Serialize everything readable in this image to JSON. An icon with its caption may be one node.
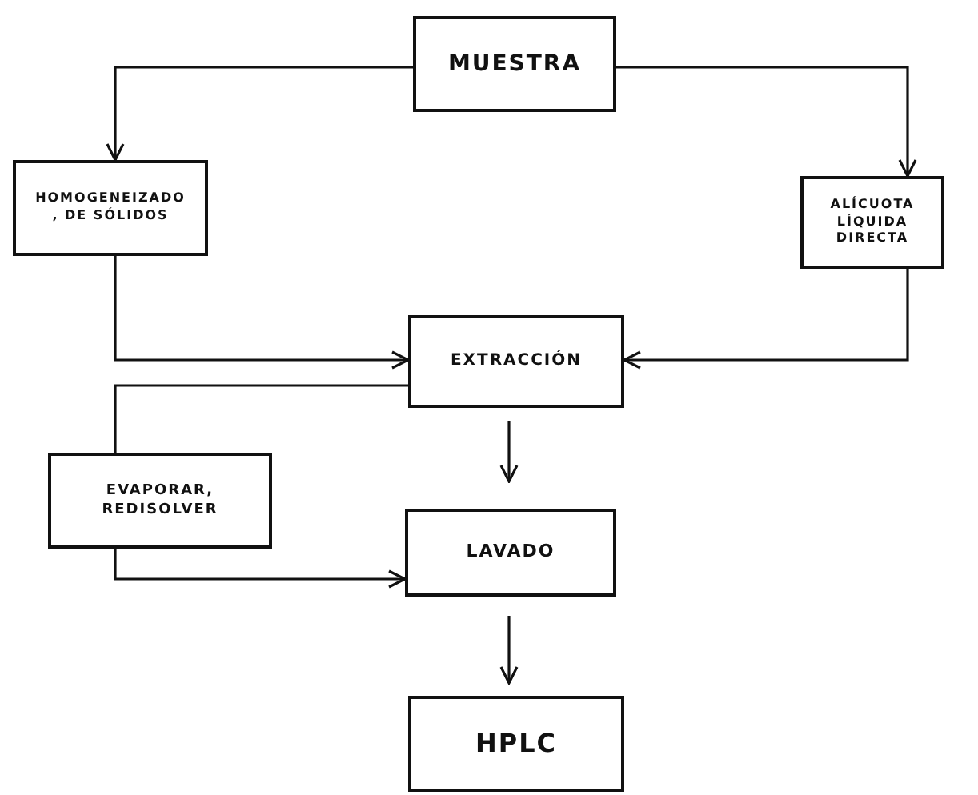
{
  "diagram": {
    "nodes": [
      {
        "text": [
          "MUESTRA"
        ]
      },
      {
        "text": [
          "HOMOGENEIZADO , DE SÓLIDOS"
        ]
      },
      {
        "text": [
          "ALÍCUOTA LÍQUIDA DIRECTA"
        ]
      },
      {
        "text": [
          "EXTRACCIÓN"
        ]
      },
      {
        "text": [
          "EVAPORAR, REDISOLVER"
        ]
      },
      {
        "text": [
          "LAVADO"
        ]
      },
      {
        "text": [
          "HPLC"
        ]
      }
    ],
    "edges": [
      {
        "from": 0,
        "to": 1,
        "arrow": "to"
      },
      {
        "from": 0,
        "to": 2,
        "arrow": "to"
      },
      {
        "from": 1,
        "to": 3,
        "arrow": "to"
      },
      {
        "from": 2,
        "to": 3,
        "arrow": "to"
      },
      {
        "from": 3,
        "to": 5,
        "arrow": "to"
      },
      {
        "from": 3,
        "to": 4,
        "arrow": "none"
      },
      {
        "from": 4,
        "to": 5,
        "arrow": "to"
      },
      {
        "from": 5,
        "to": 6,
        "arrow": "to"
      }
    ]
  }
}
